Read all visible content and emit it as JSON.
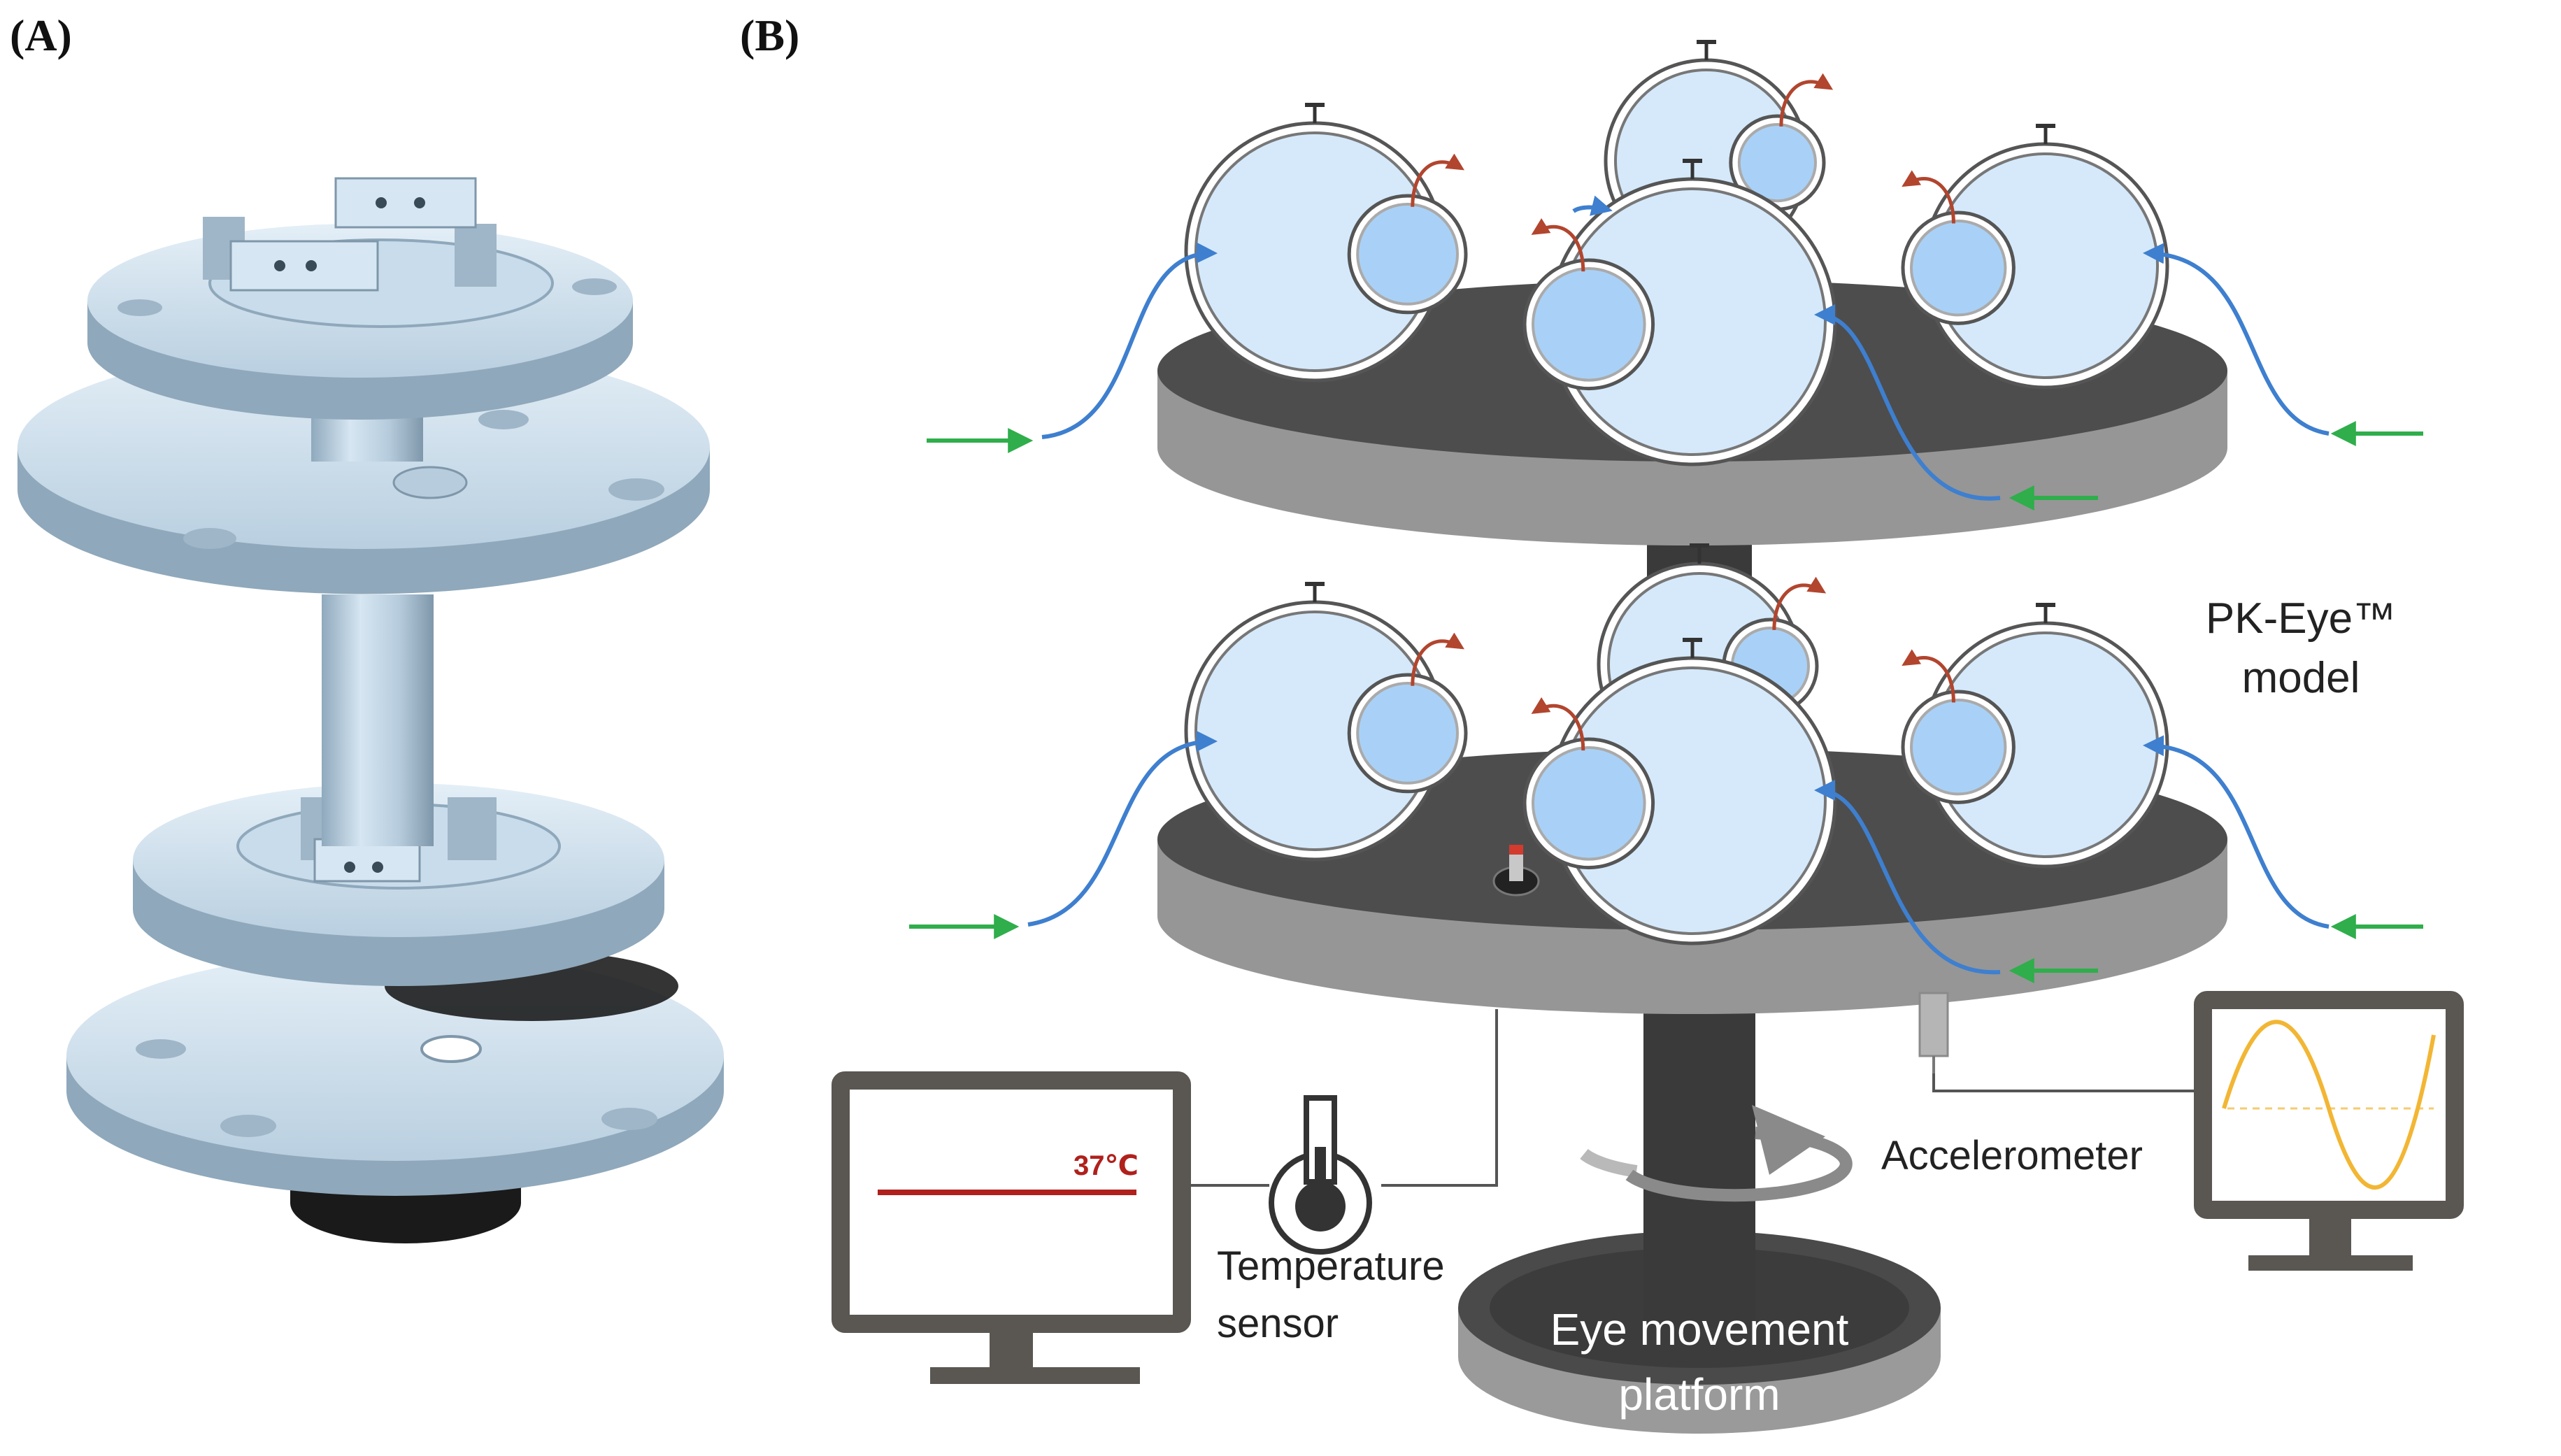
{
  "panels": {
    "a_label": "(A)",
    "b_label": "(B)"
  },
  "labels": {
    "model_line1": "PK-Eye™",
    "model_line2": "model",
    "accelerometer": "Accelerometer",
    "temperature_line1": "Temperature",
    "temperature_line2": "sensor",
    "platform_line1": "Eye movement",
    "platform_line2": "platform",
    "temperature_reading": "37℃"
  },
  "colors": {
    "eye_fill": "#d5e9fb",
    "anterior_fill": "#a9d1f7",
    "inflow_arrow": "#3e7fcf",
    "outflow_arrow": "#b2452e",
    "feed_arrow": "#2fae4b",
    "tray_top": "#4d4d4d",
    "tray_rim": "#969696",
    "shaft": "#3a3a3a",
    "monitor_frame": "#5a5652",
    "temp_line": "#b0201c",
    "sine_wave": "#f2b634"
  }
}
